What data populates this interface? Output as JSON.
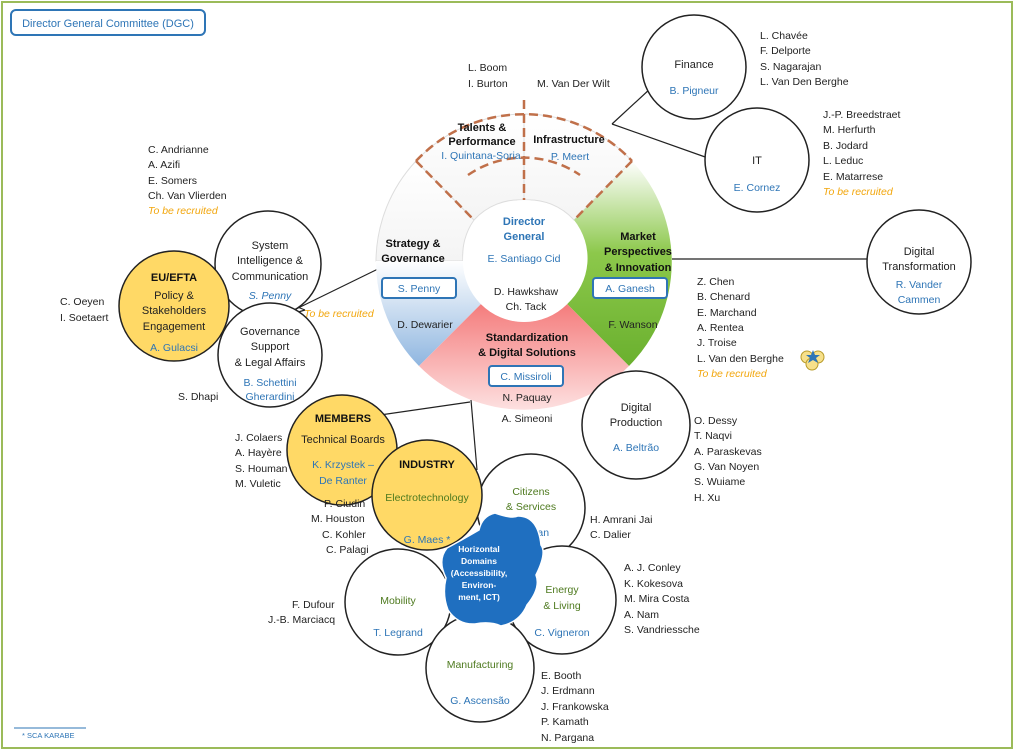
{
  "title": "Director General Committee (DGC)",
  "center": {
    "title": "Director General",
    "name": "E. Santiago Cid"
  },
  "talents": {
    "title": "Talents & Performance",
    "head": "I. Quintana-Soria",
    "members": [
      "L. Boom",
      "I. Burton"
    ]
  },
  "infrastructure": {
    "title": "Infrastructure",
    "head": "P. Meert",
    "members": [
      "M. Van Der Wilt"
    ]
  },
  "finance": {
    "title": "Finance",
    "head": "B. Pigneur",
    "members": [
      "L. Chavée",
      "F. Delporte",
      "S. Nagarajan",
      "L. Van Den Berghe"
    ]
  },
  "it": {
    "title": "IT",
    "head": "E. Cornez",
    "members": [
      "J.-P. Breedstraet",
      "M. Herfurth",
      "B. Jodard",
      "L. Leduc",
      "E. Matarrese"
    ],
    "recruit": "To be recruited"
  },
  "digital_transformation": {
    "title": "Digital Transformation",
    "head": "R. Vander Cammen"
  },
  "strategy": {
    "title": "Strategy & Governance",
    "head": "S. Penny",
    "members": [
      "D. Dewarier"
    ]
  },
  "market": {
    "title": "Market Perspectives & Innovation",
    "head": "A. Ganesh",
    "members": [
      "F. Wanson",
      "Z. Chen",
      "B. Chenard",
      "E. Marchand",
      "A. Rentea",
      "J. Troise",
      "L. Van den Berghe"
    ],
    "recruit": "To be recruited"
  },
  "dg_staff": [
    "D. Hawkshaw",
    "Ch. Tack"
  ],
  "standardization": {
    "title": "Standardization & Digital Solutions",
    "head": "C. Missiroli",
    "members": [
      "N. Paquay",
      "A. Simeoni"
    ]
  },
  "system_intel": {
    "title": "System Intelligence & Communication",
    "head": "S. Penny",
    "members": [
      "C. Andrianne",
      "A. Azifi",
      "E. Somers",
      "Ch. Van Vlierden"
    ],
    "recruit": "To be recruited"
  },
  "eu_efta": {
    "title": "EU/EFTA",
    "subtitle": "Policy & Stakeholders Engagement",
    "head": "A. Gulacsi",
    "members": [
      "C. Oeyen",
      "I. Soetaert"
    ]
  },
  "governance_support": {
    "title": "Governance Support & Legal Affairs",
    "head": "B. Schettini Gherardini",
    "members": [
      "S. Dhapi"
    ],
    "recruit": "To be recruited"
  },
  "digital_production": {
    "title": "Digital Production",
    "head": "A. Beltrão",
    "members": [
      "O. Dessy",
      "T. Naqvi",
      "A. Paraskevas",
      "G. Van Noyen",
      "S. Wuiame",
      "H. Xu"
    ]
  },
  "members_tb": {
    "title": "MEMBERS",
    "subtitle": "Technical Boards",
    "head": "K. Krzystek – De Ranter",
    "members": [
      "J. Colaers",
      "A. Hayère",
      "S. Houman",
      "M. Vuletic"
    ]
  },
  "industry": {
    "title": "INDUSTRY",
    "subtitle": "Electrotechnology",
    "head": "G. Maes *",
    "members": [
      "P. Ciudin",
      "M. Houston",
      "C. Kohler",
      "C. Palagi"
    ]
  },
  "citizens": {
    "title": "Citizens & Services",
    "head": "A. Iatan",
    "members": [
      "H. Amrani Jai",
      "C. Dalier"
    ]
  },
  "horizontal": {
    "title": "Horizontal Domains (Accessibility, Environ-ment, ICT)"
  },
  "mobility": {
    "title": "Mobility",
    "head": "T. Legrand",
    "members": [
      "F. Dufour",
      "J.-B. Marciacq"
    ]
  },
  "energy": {
    "title": "Energy & Living",
    "head": "C. Vigneron",
    "members": [
      "A. J. Conley",
      "K. Kokesova",
      "M. Mira Costa",
      "A. Nam",
      "S. Vandriessche"
    ]
  },
  "manufacturing": {
    "title": "Manufacturing",
    "head": "G. Ascensão",
    "members": [
      "E. Booth",
      "J. Erdmann",
      "J. Frankowska",
      "P. Kamath",
      "N. Pargana"
    ]
  },
  "footnote": "* SCA KARABE",
  "colors": {
    "frame": "#9BBB59",
    "blue": "#2E75B6",
    "yellow": "#FFD966",
    "green": "#77B83F",
    "red": "#F47C7C",
    "darkblue": "#1F6FC0",
    "orange": "#F2A60C",
    "dashed": "#C0704A"
  }
}
